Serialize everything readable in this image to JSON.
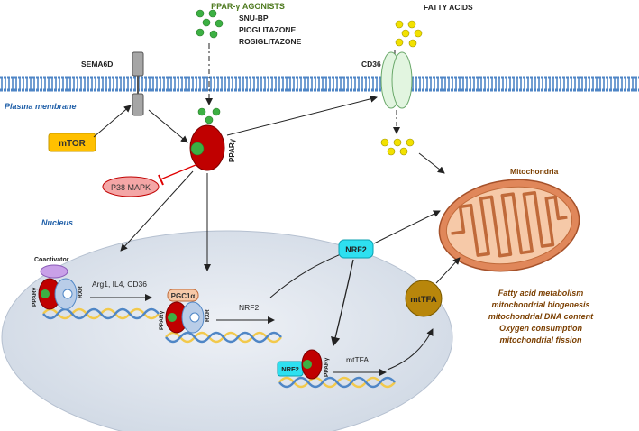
{
  "agonists": {
    "title": "PPAR-γ AGONISTS",
    "drugs": [
      "SNU-BP",
      "PIOGLITAZONE",
      "ROSIGLITAZONE"
    ]
  },
  "fatty_acids": "FATTY ACIDS",
  "membrane": {
    "label": "Plasma membrane",
    "sema6d": "SEMA6D",
    "cd36": "CD36"
  },
  "mtor": "mTOR",
  "ppar_main": "PPARγ",
  "p38": "P38 MAPK",
  "nucleus": "Nucleus",
  "complex1": {
    "coactivator": "Coactivator",
    "ppar": "PPARγ",
    "rxr": "RXR",
    "targets": "Arg1, IL4, CD36"
  },
  "complex2": {
    "pgc": "PGC1α",
    "ppar": "PPARγ",
    "rxr": "RXR",
    "target": "NRF2"
  },
  "complex3": {
    "nrf2": "NRF2",
    "ppar": "PPARγ",
    "target": "mtTFA"
  },
  "nrf2_free": "NRF2",
  "mttfa": "mtTFA",
  "mitochondria": {
    "title": "Mitochondria",
    "functions": [
      "Fatty acid metabolism",
      "mitochondrial biogenesis",
      "mitochondrial DNA content",
      "Oxygen consumption",
      "mitochondrial fission"
    ]
  },
  "colors": {
    "membrane": "#4f86c6",
    "ppar": "#c00000",
    "ligand": "#3cb043",
    "fatty_acid": "#f2e100",
    "nucleus": "#dde4ee",
    "mito": "#e0875a",
    "nrf2": "#2ee0f0",
    "mttfa": "#b8860b",
    "mtor": "#ffc000",
    "p38": "#f4a6a6",
    "text_green": "#4e7a1f",
    "text_blue": "#1f5fa8",
    "text_brown": "#7b3f00"
  }
}
